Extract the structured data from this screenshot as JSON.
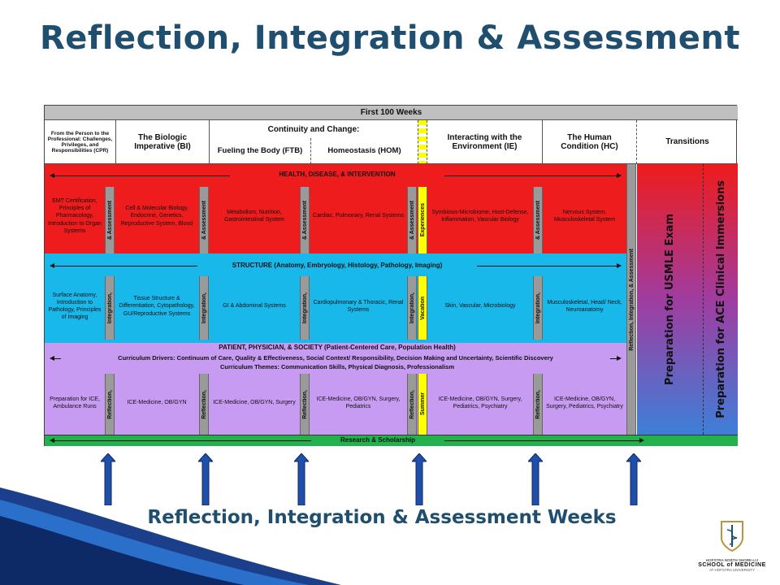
{
  "title": "Reflection, Integration & Assessment",
  "subtitle": "Reflection, Integration & Assessment Weeks",
  "header": {
    "top": "First 100 Weeks",
    "cpr": "From the Person to the Professional: Challenges, Privileges, and Responsibilities (CPR)",
    "bi": "The Biologic Imperative (BI)",
    "cac": "Continuity and Change:",
    "ftb": "Fueling the Body (FTB)",
    "hom": "Homeostasis (HOM)",
    "ie": "Interacting with the Environment (IE)",
    "hc": "The Human Condition (HC)",
    "transitions": "Transitions"
  },
  "bands": {
    "red_label": "HEALTH, DISEASE, & INTERVENTION",
    "blue_label": "STRUCTURE (Anatomy, Embryology, Histology, Pathology, Imaging)",
    "purple_label1": "PATIENT, PHYSICIAN, & SOCIETY (Patient-Centered Care, Population Health)",
    "purple_label2": "Curriculum Drivers: Continuum of Care, Quality & Effectiveness, Social Context/ Responsibility, Decision Making and Uncertainty, Scientific Discovery",
    "purple_label3": "Curriculum Themes: Communication Skills, Physical Diagnosis, Professionalism",
    "green_label": "Research & Scholarship"
  },
  "red": {
    "cpr": "EMT Certification, Principles of Pharmacology, Introduction to Organ Systems",
    "bi": "Cell & Molecular Biology, Endocrine, Genetics, Reproductive System, Blood",
    "ftb": "Metabolism, Nutrition, Gastrointestinal System",
    "hom": "Cardiac, Pulmonary, Renal Systems",
    "ie": "Symbiosis-Microbiome, Host-Defense, Inflammation, Vascular Biology",
    "hc": "Nervous System, Musculoskeletal System",
    "strip": "& Assessment",
    "yellow": "Experiences"
  },
  "blue": {
    "cpr": "Surface Anatomy, Introduction to Pathology, Principles of Imaging",
    "bi": "Tissue Structure & Differentiation, Cytopathology, GU/Reproductive Systems",
    "ftb": "GI & Abdominal Systems",
    "hom": "Cardiopulmonary & Thoracic, Renal Systems",
    "ie": "Skin, Vascular, Microbiology",
    "hc": "Musculoskeletal, Head/ Neck, Neuroanatomy",
    "strip": "Integration,",
    "yellow": "Vacation"
  },
  "purple": {
    "cpr": "Preparation for ICE, Ambulance Runs",
    "bi": "ICE-Medicine, OB/GYN",
    "ftb": "ICE-Medicine, OB/GYN, Surgery",
    "hom": "ICE-Medicine, OB/GYN, Surgery, Pediatrics",
    "ie": "ICE-Medicine, OB/GYN, Surgery, Pediatrics, Psychiatry",
    "hc": "ICE-Medicine, OB/GYN, Surgery, Pediatrics, Psychiatry",
    "strip": "Reflection,",
    "yellow": "Summer"
  },
  "right": {
    "ria": "Reflection, Integration, & Assessment",
    "usmle": "Preparation for USMLE Exam",
    "ace": "Preparation for ACE Clinical Immersions"
  },
  "logo": {
    "line1": "HOFSTRA NORTH SHORE-LIJ",
    "line2": "SCHOOL of MEDICINE",
    "line3": "AT HOFSTRA UNIVERSITY"
  },
  "colors": {
    "title": "#1f4e6e",
    "red": "#ee1c1c",
    "blue": "#19b8ea",
    "purple": "#c89bf3",
    "green": "#22b14c",
    "yellow": "#ffff00",
    "arrow": "#1f4fa8"
  }
}
